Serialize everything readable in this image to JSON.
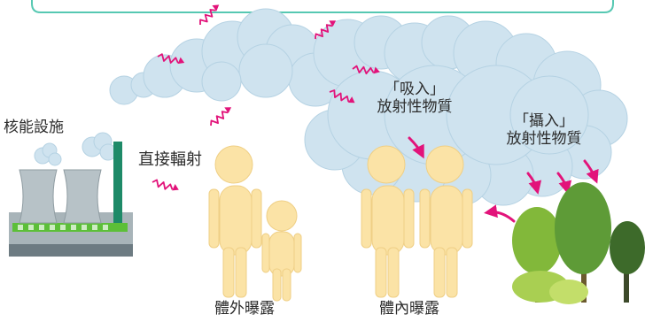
{
  "labels": {
    "facility": "核能設施",
    "direct_radiation": "直接輻射",
    "inhaled_line1": "「吸入」",
    "inhaled_line2": "放射性物質",
    "ingested_line1": "「攝入」",
    "ingested_line2": "放射性物質",
    "external_exposure": "體外曝露",
    "internal_exposure": "體內曝露"
  },
  "colors": {
    "banner_border": "#56c8b2",
    "cloud": "#cfe3ef",
    "cloud_edge": "#b5d2e3",
    "person": "#fbe3a6",
    "person_edge": "#efcf85",
    "arrow": "#e2137a",
    "plant_body": "#a8b4b9",
    "plant_stripe": "#5cbf38",
    "chimney": "#1e8a68",
    "tree_light": "#82b83a",
    "tree_mid": "#5e9b37",
    "tree_dark": "#3d6a2a"
  },
  "icons": [
    "radiation-wave-icon",
    "pink-arrow-icon",
    "cloud-icon",
    "tree-icon",
    "person-icon",
    "power-plant-icon"
  ]
}
